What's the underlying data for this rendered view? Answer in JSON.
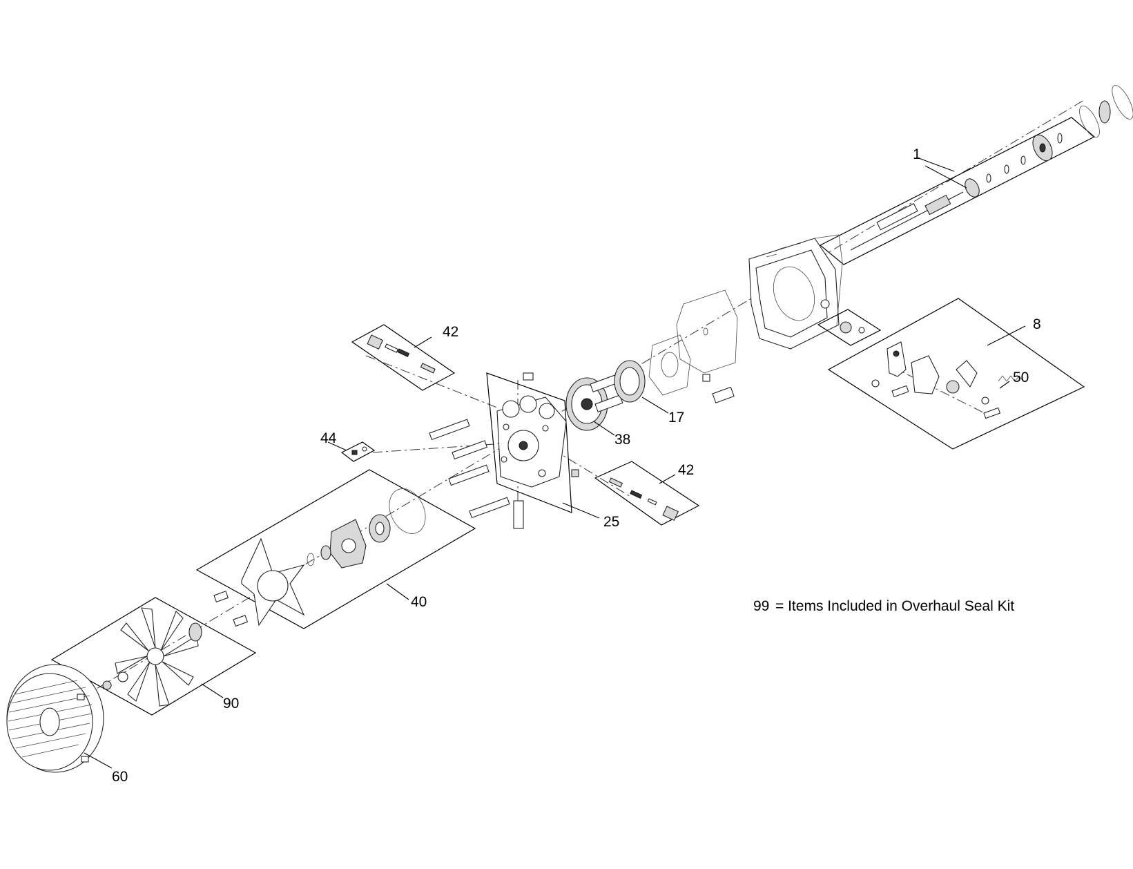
{
  "callouts": [
    {
      "id": "c1",
      "label": "1"
    },
    {
      "id": "c8",
      "label": "8"
    },
    {
      "id": "c50",
      "label": "50"
    },
    {
      "id": "c42a",
      "label": "42"
    },
    {
      "id": "c17",
      "label": "17"
    },
    {
      "id": "c38",
      "label": "38"
    },
    {
      "id": "c44",
      "label": "44"
    },
    {
      "id": "c42b",
      "label": "42"
    },
    {
      "id": "c25",
      "label": "25"
    },
    {
      "id": "c40",
      "label": "40"
    },
    {
      "id": "c90",
      "label": "90"
    },
    {
      "id": "c60",
      "label": "60"
    }
  ],
  "note": {
    "number": "99",
    "text": "= Items Included in Overhaul Seal Kit"
  }
}
